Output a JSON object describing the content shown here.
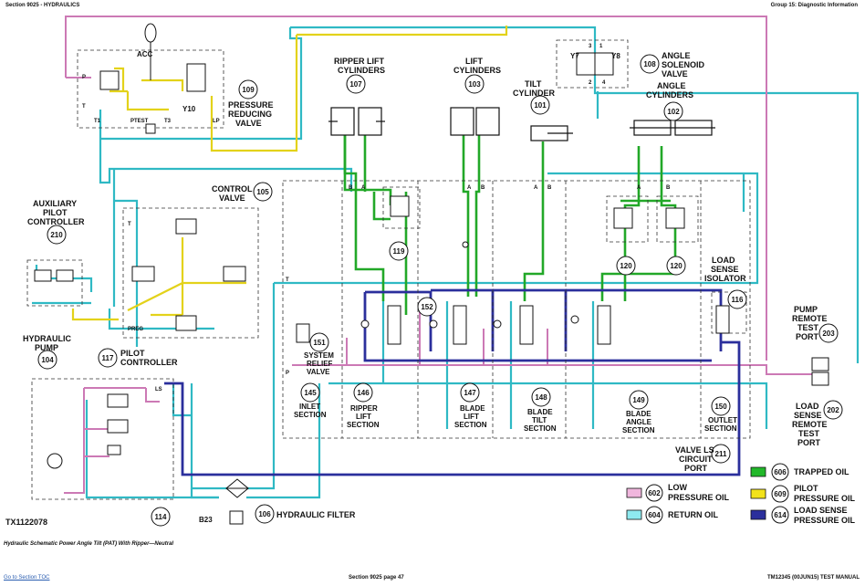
{
  "header": {
    "left": "Section 9025 - HYDRAULICS",
    "right": "Group 15: Diagnostic Information"
  },
  "colors": {
    "low_pressure": "#cc79b5",
    "return": "#2fb9c4",
    "trapped": "#22a828",
    "pilot": "#e3d21a",
    "load_sense": "#2b2f9c"
  },
  "callouts": {
    "c101": "101",
    "c102": "102",
    "c103": "103",
    "c104": "104",
    "c105": "105",
    "c106": "106",
    "c107": "107",
    "c108": "108",
    "c109": "109",
    "c114": "114",
    "c116": "116",
    "c117": "117",
    "c119": "119",
    "c120a": "120",
    "c120b": "120",
    "c145": "145",
    "c146": "146",
    "c147": "147",
    "c148": "148",
    "c149": "149",
    "c150": "150",
    "c151": "151",
    "c152": "152",
    "c202": "202",
    "c203": "203",
    "c210": "210",
    "c211": "211"
  },
  "labels": {
    "pressure_reducing_valve": [
      "PRESSURE",
      "REDUCING",
      "VALVE"
    ],
    "ripper_lift_cylinders": [
      "RIPPER LIFT",
      "CYLINDERS"
    ],
    "lift_cylinders": [
      "LIFT",
      "CYLINDERS"
    ],
    "tilt_cylinder": [
      "TILT",
      "CYLINDER"
    ],
    "angle_solenoid_valve": [
      "ANGLE",
      "SOLENOID",
      "VALVE"
    ],
    "angle_cylinders": [
      "ANGLE",
      "CYLINDERS"
    ],
    "aux_pilot_controller": [
      "AUXILIARY",
      "PILOT",
      "CONTROLLER"
    ],
    "control_valve": [
      "CONTROL",
      "VALVE"
    ],
    "load_sense_isolator": [
      "LOAD",
      "SENSE",
      "ISOLATOR"
    ],
    "pump_remote_test_port": [
      "PUMP",
      "REMOTE",
      "TEST",
      "PORT"
    ],
    "load_sense_remote_test_port": [
      "LOAD",
      "SENSE",
      "REMOTE",
      "TEST",
      "PORT"
    ],
    "hydraulic_pump": [
      "HYDRAULIC",
      "PUMP"
    ],
    "pilot_controller": [
      "PILOT",
      "CONTROLLER"
    ],
    "system_relief_valve": [
      "SYSTEM",
      "RELIEF",
      "VALVE"
    ],
    "inlet_section": [
      "INLET",
      "SECTION"
    ],
    "ripper_lift_section": [
      "RIPPER",
      "LIFT",
      "SECTION"
    ],
    "blade_lift_section": [
      "BLADE",
      "LIFT",
      "SECTION"
    ],
    "blade_tilt_section": [
      "BLADE",
      "TILT",
      "SECTION"
    ],
    "blade_angle_section": [
      "BLADE",
      "ANGLE",
      "SECTION"
    ],
    "outlet_section": [
      "OUTLET",
      "SECTION"
    ],
    "valve_ls_circuit_port": [
      "VALVE LS",
      "CIRCUIT",
      "PORT"
    ],
    "hydraulic_filter": "HYDRAULIC FILTER",
    "figure_id": "TX1122078",
    "acc": "ACC",
    "y10": "Y10",
    "y7": "Y7",
    "y8": "Y8",
    "b23": "B23",
    "p": "P",
    "t": "T",
    "t1": "T1",
    "t3": "T3",
    "lp": "LP",
    "ptest": "PTEST",
    "preg": "PREG",
    "ls": "LS",
    "a": "A",
    "b": "B",
    "sol_3": "3",
    "sol_1": "1",
    "sol_2": "2",
    "sol_4": "4"
  },
  "legend": [
    {
      "num": "602",
      "label": [
        "LOW",
        "PRESSURE OIL"
      ]
    },
    {
      "num": "604",
      "label": [
        "RETURN OIL"
      ]
    },
    {
      "num": "606",
      "label": [
        "TRAPPED OIL"
      ]
    },
    {
      "num": "609",
      "label": [
        "PILOT",
        "PRESSURE OIL"
      ]
    },
    {
      "num": "614",
      "label": [
        "LOAD SENSE",
        "PRESSURE OIL"
      ]
    }
  ],
  "caption": "Hydraulic Schematic Power Angle Tilt (PAT) With Ripper—Neutral",
  "footer": {
    "left": "Go to Section TOC",
    "center": "Section 9025 page 47",
    "right": "TM12345 (00JUN15) TEST MANUAL"
  }
}
